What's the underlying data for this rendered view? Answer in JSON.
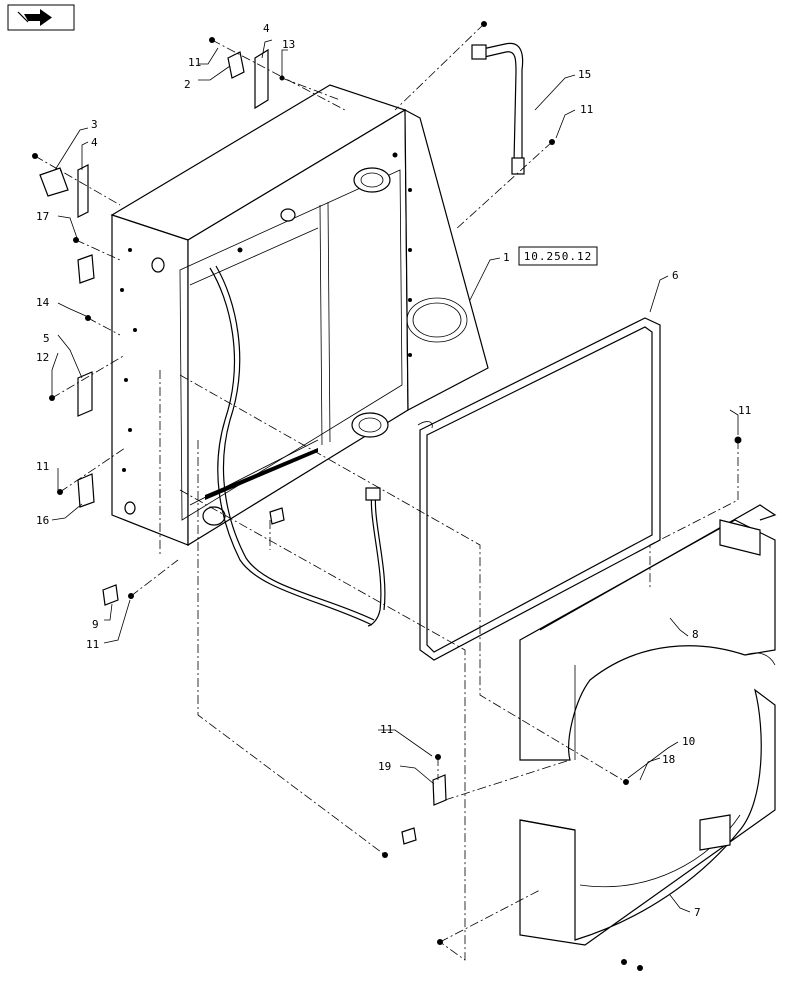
{
  "nav_icon": {
    "name": "next-page-arrow-icon"
  },
  "reference_box": {
    "text": "10.250.12"
  },
  "callouts": {
    "c1": "1",
    "c2": "2",
    "c3": "3",
    "c4a": "4",
    "c4b": "4",
    "c5": "5",
    "c6": "6",
    "c7": "7",
    "c8": "8",
    "c9": "9",
    "c10": "10",
    "c11a": "11",
    "c11b": "11",
    "c11c": "11",
    "c11d": "11",
    "c11e": "11",
    "c11f": "11",
    "c12": "12",
    "c13": "13",
    "c14": "14",
    "c15": "15",
    "c16": "16",
    "c17": "17",
    "c18": "18",
    "c19": "19"
  }
}
